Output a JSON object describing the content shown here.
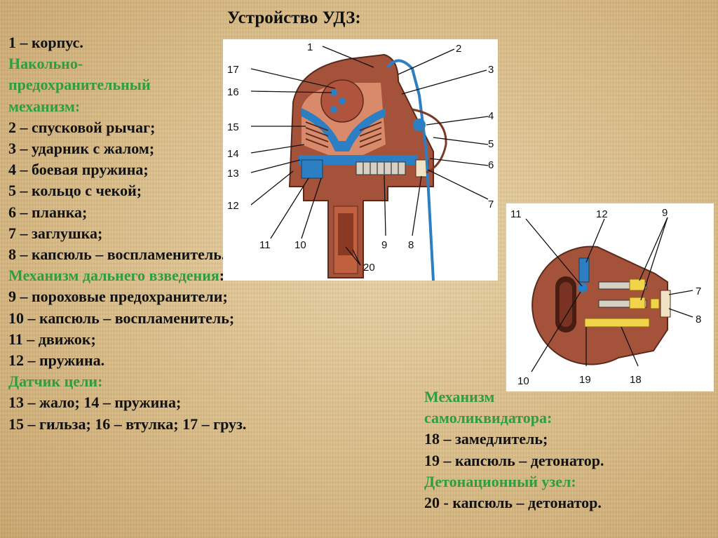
{
  "title": "Устройство УДЗ:",
  "left_lines": [
    {
      "text": "1 – корпус.",
      "kind": "item"
    },
    {
      "text": "Накольно-",
      "kind": "heading"
    },
    {
      "text": "предохранительный",
      "kind": "heading"
    },
    {
      "text": "механизм:",
      "kind": "heading"
    },
    {
      "text": "2 – спусковой рычаг;",
      "kind": "item"
    },
    {
      "text": "3 – ударник с жалом;",
      "kind": "item"
    },
    {
      "text": "4 – боевая пружина;",
      "kind": "item"
    },
    {
      "text": "5 – кольцо с чекой;",
      "kind": "item"
    },
    {
      "text": "6 – планка;",
      "kind": "item"
    },
    {
      "text": "7 – заглушка;",
      "kind": "item"
    },
    {
      "text": "8 – капсюль – воспламенитель.",
      "kind": "item"
    },
    {
      "text": "Механизм дальнего взведения",
      "kind": "heading",
      "suffix": ":"
    },
    {
      "text": "9 – пороховые предохранители;",
      "kind": "item"
    },
    {
      "text": "10 – капсюль – воспламенитель;",
      "kind": "item"
    },
    {
      "text": "11 – движок;",
      "kind": "item"
    },
    {
      "text": "12 – пружина.",
      "kind": "item"
    },
    {
      "text": "Датчик цели:",
      "kind": "heading"
    },
    {
      "text": "13 – жало; 14 – пружина;",
      "kind": "item"
    },
    {
      "text": "15 – гильза; 16 – втулка;  17 – груз.",
      "kind": "item"
    }
  ],
  "right_lines": [
    {
      "text": "Механизм",
      "kind": "heading"
    },
    {
      "text": "самоликвидатора:",
      "kind": "heading"
    },
    {
      "text": "18 – замедлитель;",
      "kind": "item"
    },
    {
      "text": "19 – капсюль – детонатор.",
      "kind": "item"
    },
    {
      "text": "Детонационный узел:",
      "kind": "heading"
    },
    {
      "text": "20 - капсюль – детонатор.",
      "kind": "item"
    }
  ],
  "figure1_labels": {
    "l1": "1",
    "l2": "2",
    "l3": "3",
    "l4": "4",
    "l5": "5",
    "l6": "6",
    "l7": "7",
    "l8": "8",
    "l9": "9",
    "l10": "10",
    "l11": "11",
    "l12": "12",
    "l13": "13",
    "l14": "14",
    "l15": "15",
    "l16": "16",
    "l17": "17",
    "l20": "20"
  },
  "figure2_labels": {
    "l7": "7",
    "l8": "8",
    "l9": "9",
    "l10": "10",
    "l11": "11",
    "l12": "12",
    "l18": "18",
    "l19": "19"
  },
  "colors": {
    "heading_green": "#2f9d40",
    "body_text": "#121212",
    "casing": "#a5523a",
    "mechanism_blue": "#2c7fc2",
    "detail_yellow": "#f2d44a"
  }
}
